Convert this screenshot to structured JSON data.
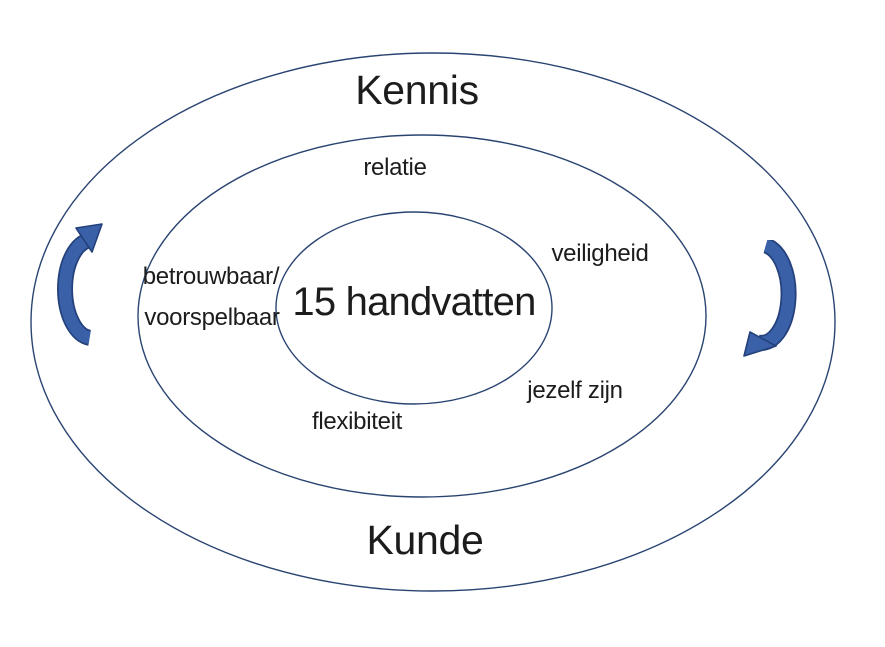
{
  "diagram": {
    "outer_ring": {
      "top_label": "Kennis",
      "bottom_label": "Kunde"
    },
    "center_label": "15 handvatten",
    "ring_labels": {
      "relatie": "relatie",
      "veiligheid": "veiligheid",
      "betrouwbaar": "betrouwbaar/",
      "voorspelbaar": "voorspelbaar",
      "jezelf_zijn": "jezelf zijn",
      "flexibiteit": "flexibiteit"
    },
    "icons": {
      "left_arrow": "curved-rotation-arrow-up",
      "right_arrow": "curved-rotation-arrow-down"
    },
    "colors": {
      "background": "#FFFFFF",
      "ellipse_stroke": "#2A4472",
      "arrow_fill": "#3A60A8",
      "arrow_outline": "#24417C",
      "text": "#1C1C1C"
    }
  }
}
